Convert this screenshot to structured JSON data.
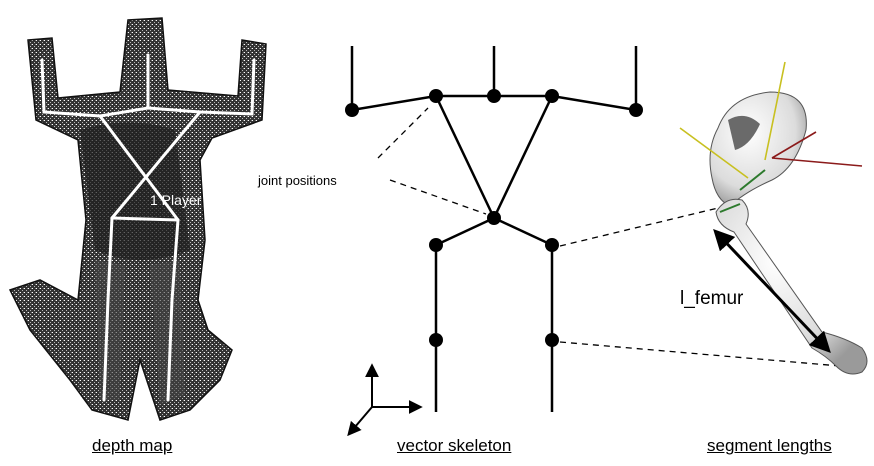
{
  "captions": {
    "depth_map": "depth map",
    "vector_skeleton": "vector skeleton",
    "segment_lengths": "segment lengths"
  },
  "labels": {
    "joint_positions": "joint positions",
    "femur": "l_femur",
    "player": "1 Player"
  },
  "colors": {
    "skeleton": "#000000",
    "depth_dark": "#2a2a2a",
    "overlay_white": "#ffffff",
    "bone": "#e8e8e8",
    "axis_x": "#8b1a1a",
    "axis_y": "#c8c020",
    "axis_z": "#2d7a2d"
  }
}
